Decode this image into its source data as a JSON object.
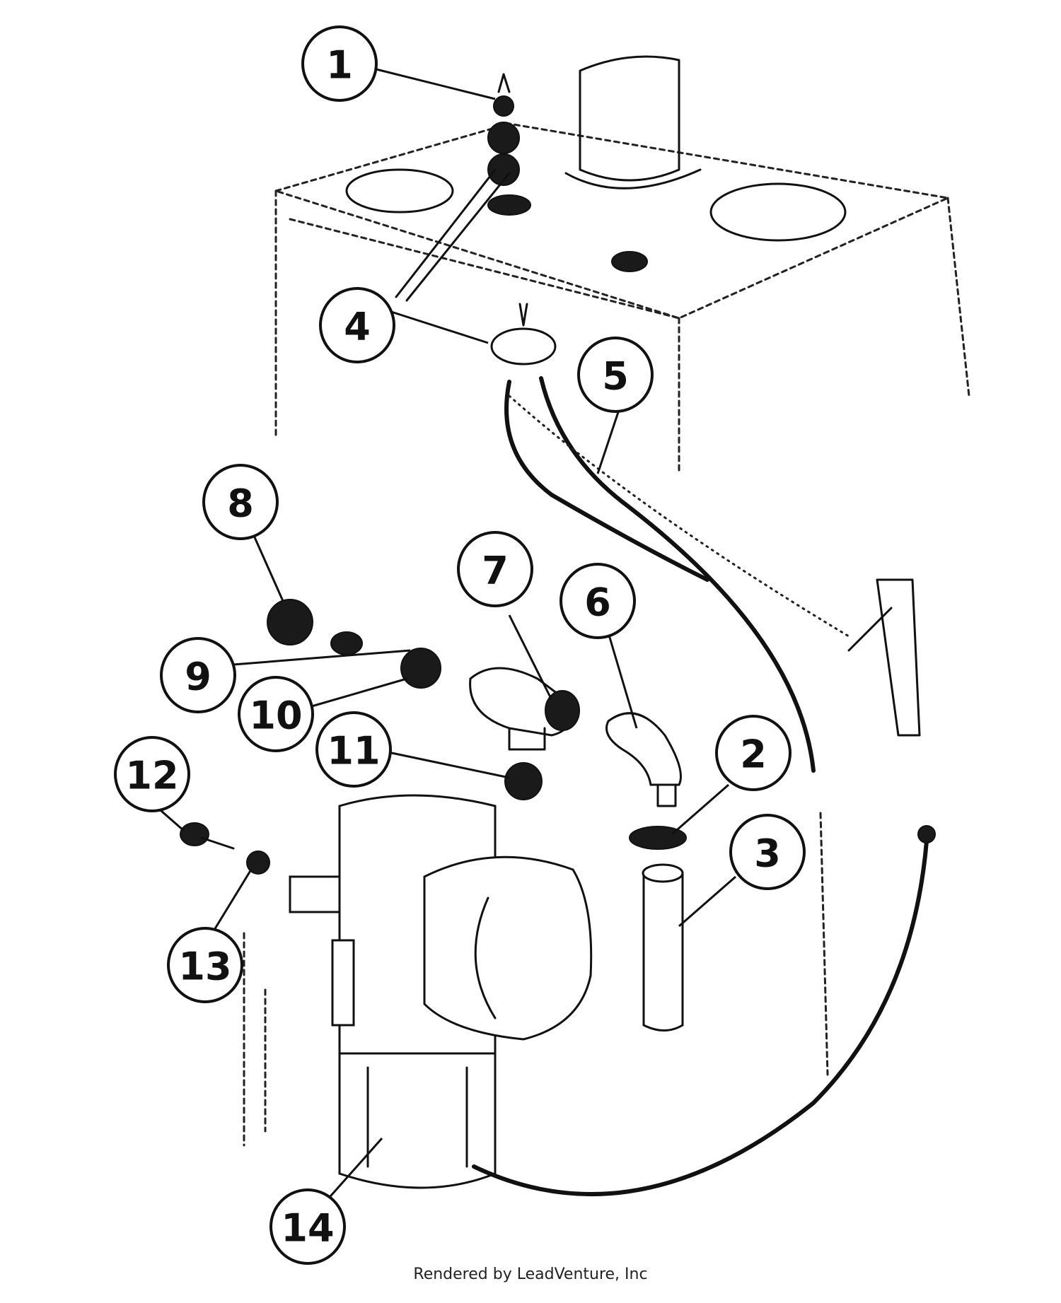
{
  "callouts": [
    {
      "id": "1",
      "label": "1"
    },
    {
      "id": "2",
      "label": "2"
    },
    {
      "id": "3",
      "label": "3"
    },
    {
      "id": "4",
      "label": "4"
    },
    {
      "id": "5",
      "label": "5"
    },
    {
      "id": "6",
      "label": "6"
    },
    {
      "id": "7",
      "label": "7"
    },
    {
      "id": "8",
      "label": "8"
    },
    {
      "id": "9",
      "label": "9"
    },
    {
      "id": "10",
      "label": "10"
    },
    {
      "id": "11",
      "label": "11"
    },
    {
      "id": "12",
      "label": "12"
    },
    {
      "id": "13",
      "label": "13"
    },
    {
      "id": "14",
      "label": "14"
    }
  ],
  "footer": "Rendered by LeadVenture, Inc"
}
